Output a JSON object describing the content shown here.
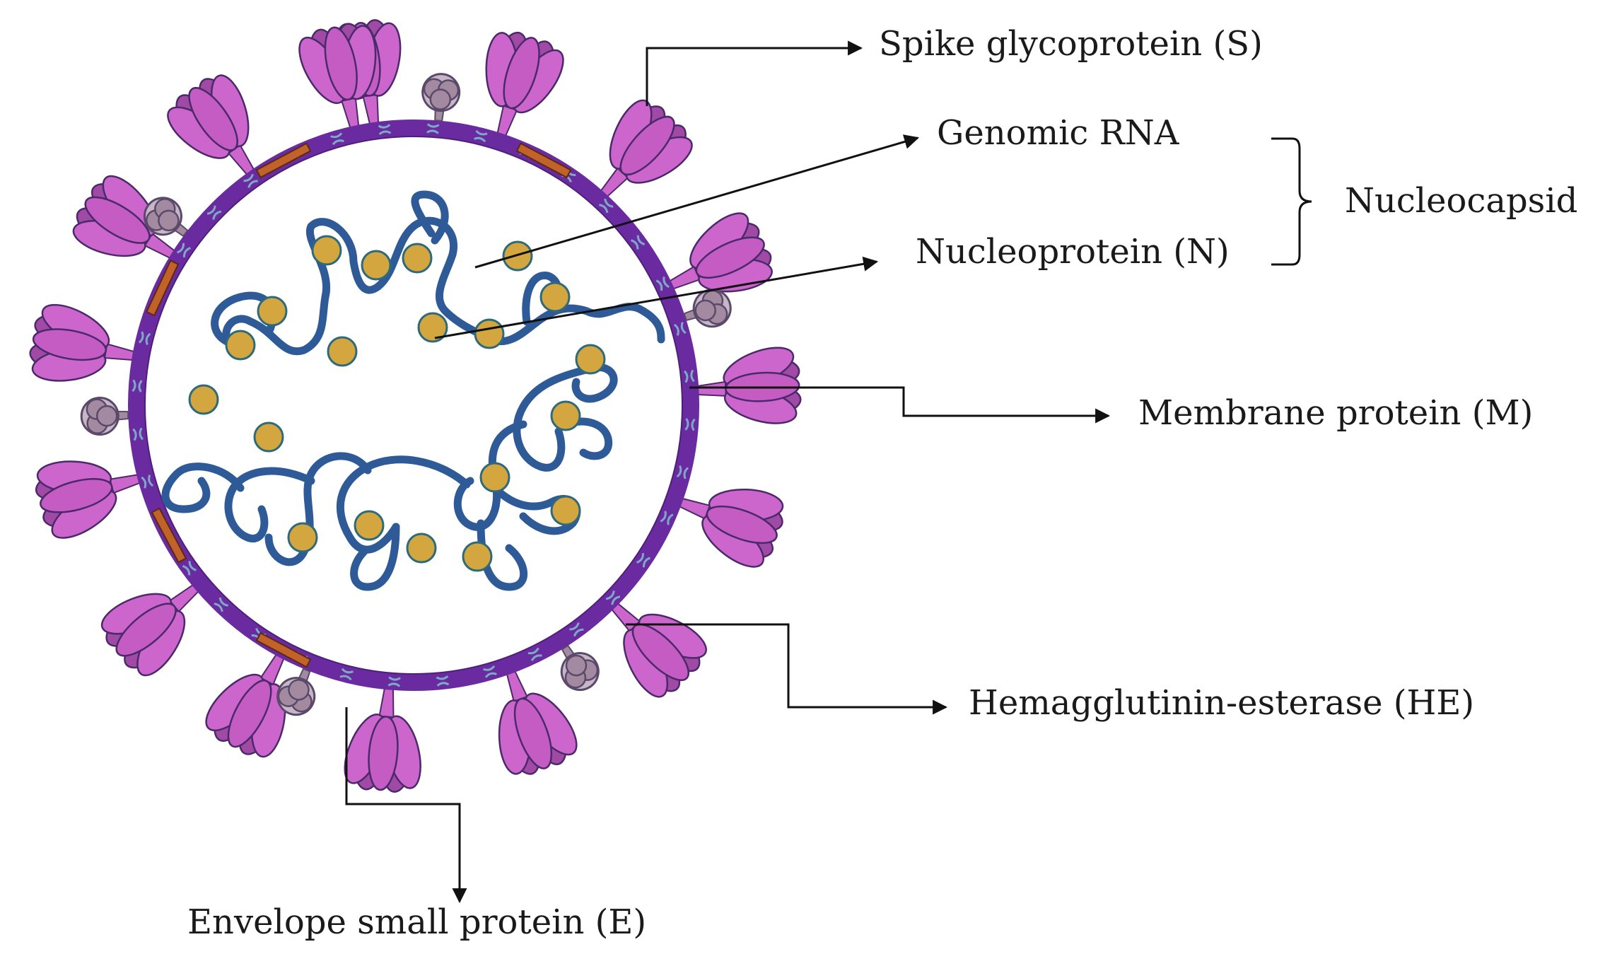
{
  "labels": {
    "spike": "Spike glycoprotein (S)",
    "genomic_rna": "Genomic RNA",
    "nucleoprotein": "Nucleoprotein (N)",
    "nucleocapsid": "Nucleocapsid",
    "membrane": "Membrane protein (M)",
    "he": "Hemagglutinin-esterase (HE)",
    "envelope": "Envelope small protein (E)"
  },
  "colors": {
    "spike_fill": "#cc66cc",
    "spike_dark": "#a04aa6",
    "spike_stroke": "#4a2a6a",
    "membrane": "#6a2aa0",
    "membrane_dots": "#7fa8c8",
    "rna": "#2e5b98",
    "nucleoprotein": "#d4a640",
    "nucleoprotein_stroke": "#2e6a7a",
    "envelope_protein": "#c0622a",
    "he_fill": "#a38aa0",
    "he_stroke": "#5a4a6a",
    "leader": "#111111"
  }
}
